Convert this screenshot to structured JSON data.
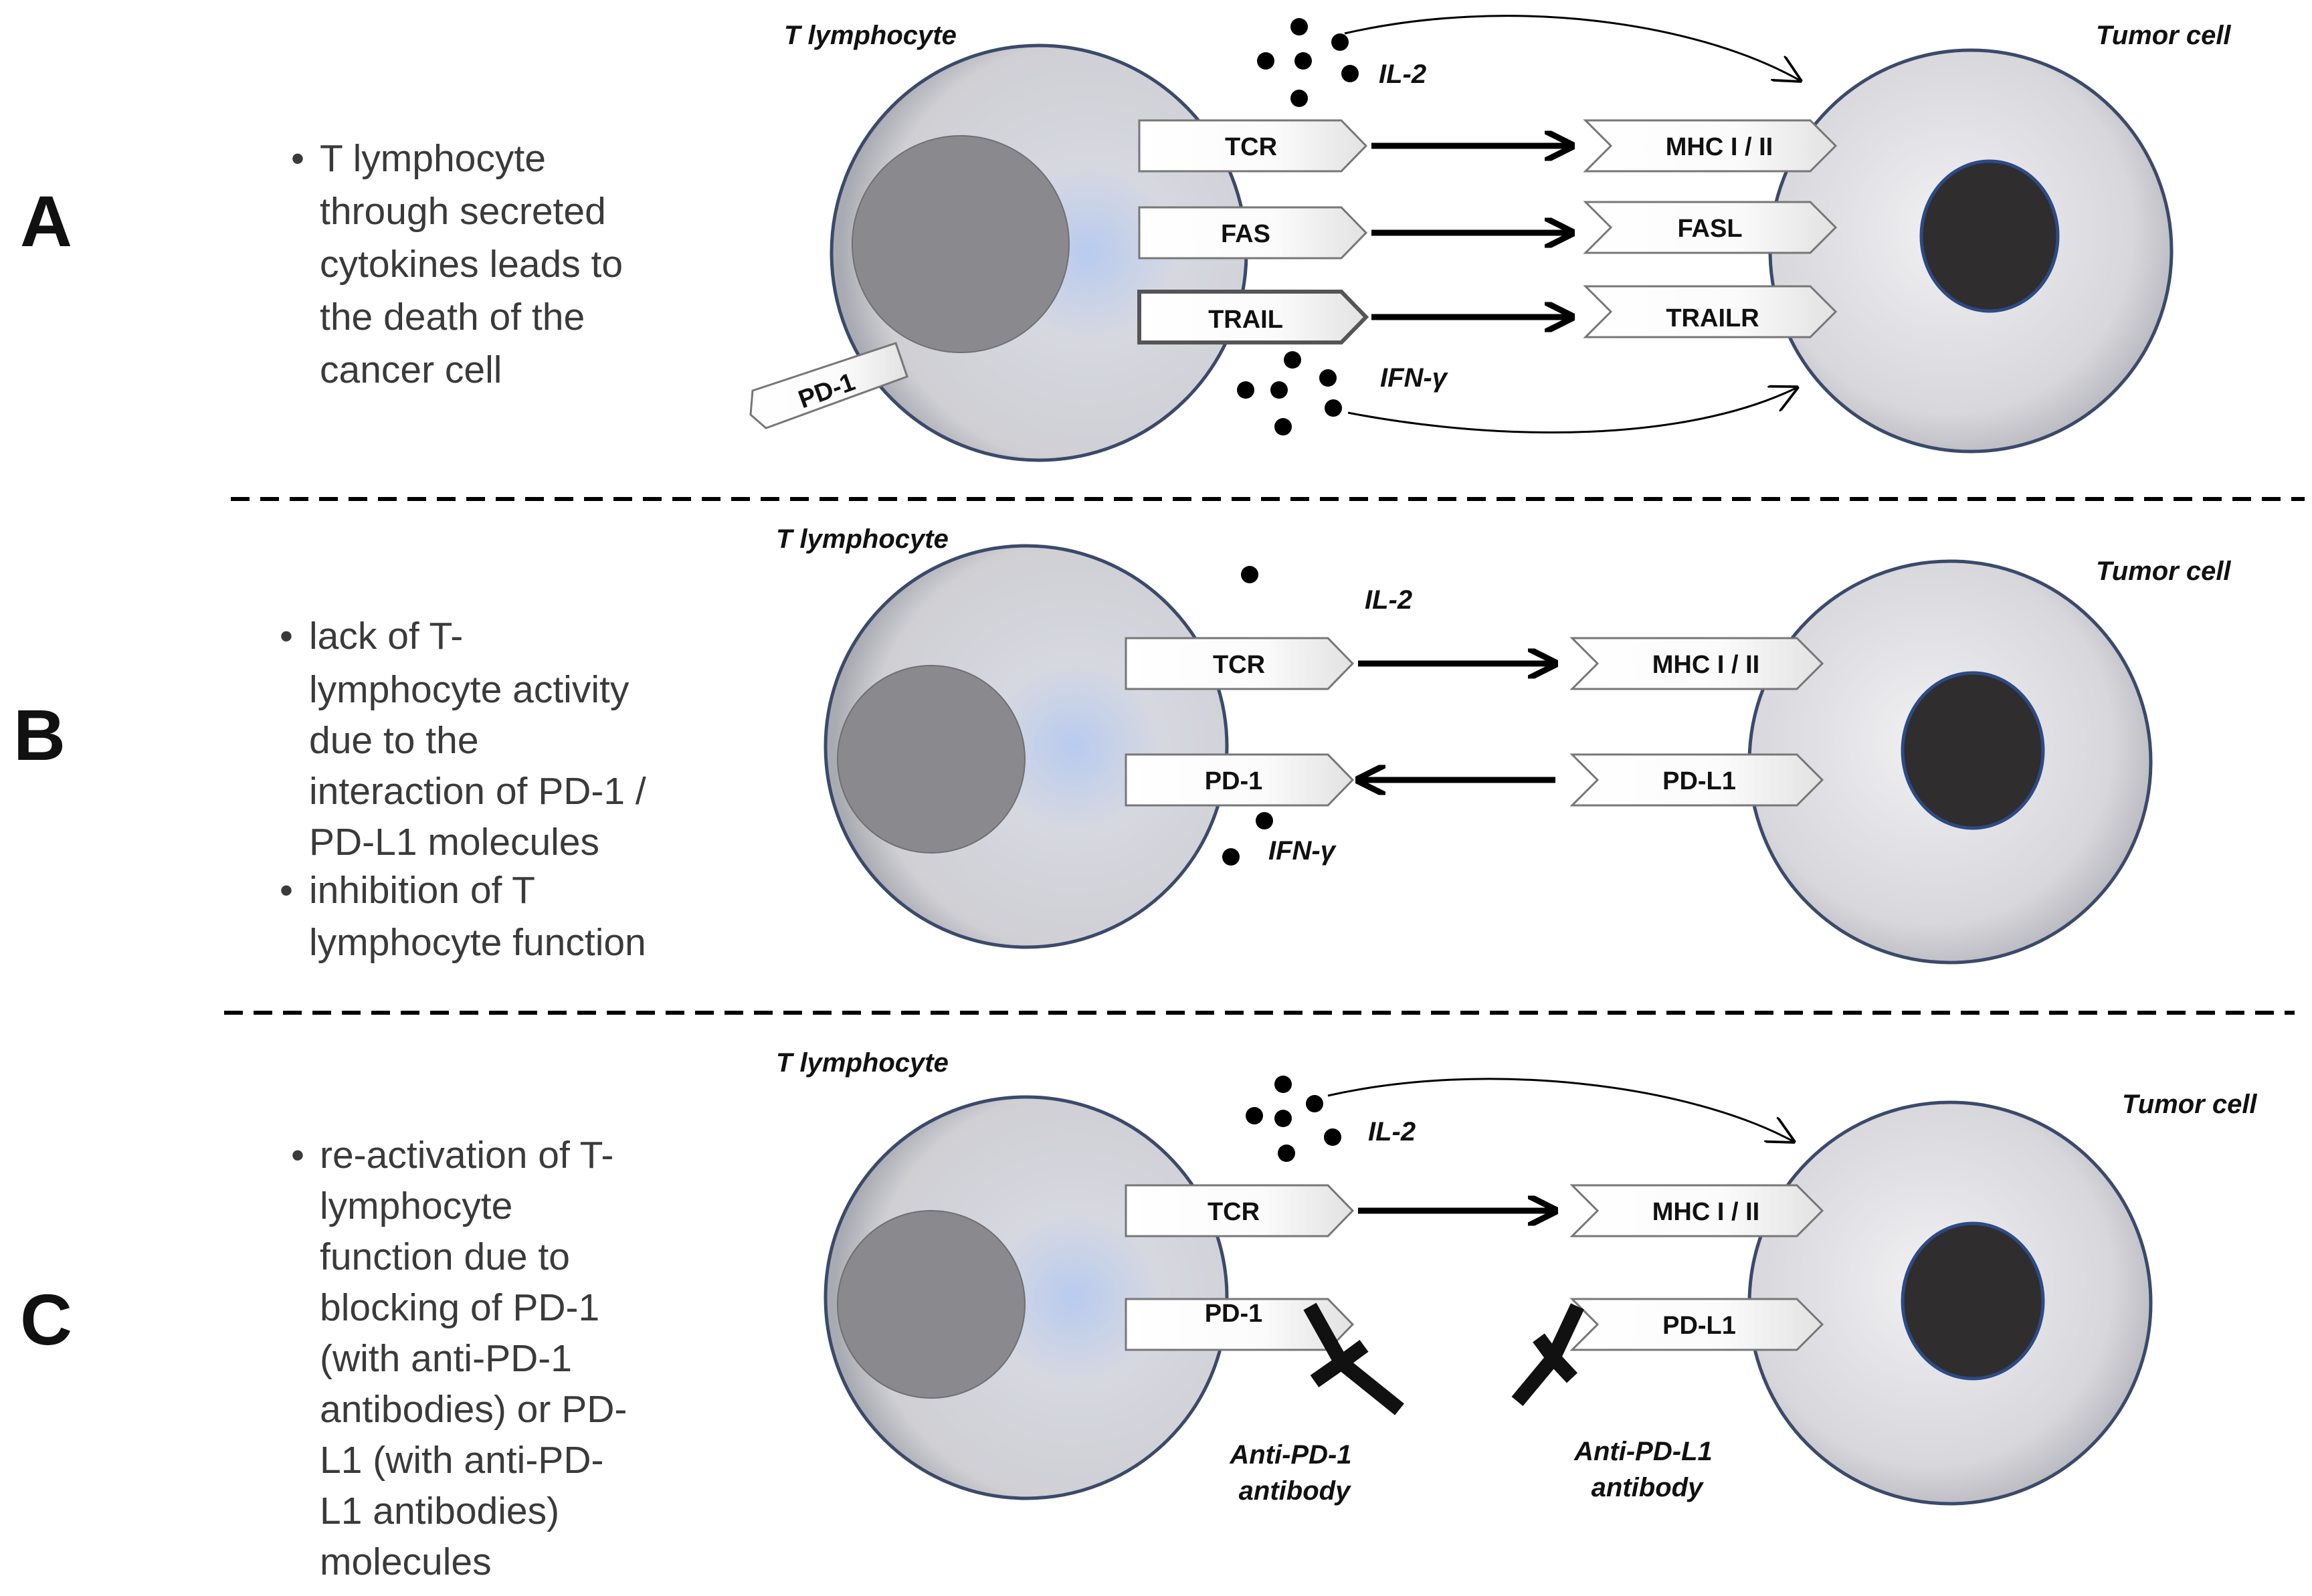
{
  "panels": {
    "A": {
      "letter": "A",
      "bullets": [
        [
          "T lymphocyte",
          "through secreted",
          "cytokines leads to",
          "the death of the",
          "cancer cell"
        ]
      ],
      "t_cell_title": "T lymphocyte",
      "tumor_title": "Tumor cell",
      "t_receptors": [
        "TCR",
        "FAS",
        "TRAIL"
      ],
      "tumor_receptors": [
        "MHC I / II",
        "FASL",
        "TRAILR"
      ],
      "pd1": "PD-1",
      "cytokine_top": "IL-2",
      "cytokine_bottom": "IFN-γ"
    },
    "B": {
      "letter": "B",
      "bullets": [
        [
          "lack of T-",
          "lymphocyte activity",
          "due to the",
          "interaction of PD-1 /",
          "PD-L1 molecules"
        ],
        [
          "inhibition of T",
          "lymphocyte function"
        ]
      ],
      "t_cell_title": "T lymphocyte",
      "tumor_title": "Tumor cell",
      "t_receptors": [
        "TCR",
        "PD-1"
      ],
      "tumor_receptors": [
        "MHC I / II",
        "PD-L1"
      ],
      "cytokine_top": "IL-2",
      "cytokine_bottom": "IFN-γ"
    },
    "C": {
      "letter": "C",
      "bullets": [
        [
          "re-activation of T-",
          "lymphocyte",
          "function due to",
          "blocking of PD-1",
          "(with anti-PD-1",
          "antibodies) or PD-",
          "L1 (with anti-PD-",
          "L1 antibodies)",
          "molecules"
        ]
      ],
      "t_cell_title": "T lymphocyte",
      "tumor_title": "Tumor cell",
      "t_receptors": [
        "TCR",
        "PD-1"
      ],
      "tumor_receptors": [
        "MHC I / II",
        "PD-L1"
      ],
      "cytokine_top": "IL-2",
      "antibody_left": [
        "Anti-PD-1",
        "antibody"
      ],
      "antibody_right": [
        "Anti-PD-L1",
        "antibody"
      ]
    }
  },
  "colors": {
    "cell_fill": "#d9d9dd",
    "cell_glow": "#b6c8ee",
    "cell_outline": "#3b4a6b",
    "t_nucleus": "#8a8a8e",
    "tumor_nucleus": "#2f2d2d",
    "dash": "#000000"
  }
}
